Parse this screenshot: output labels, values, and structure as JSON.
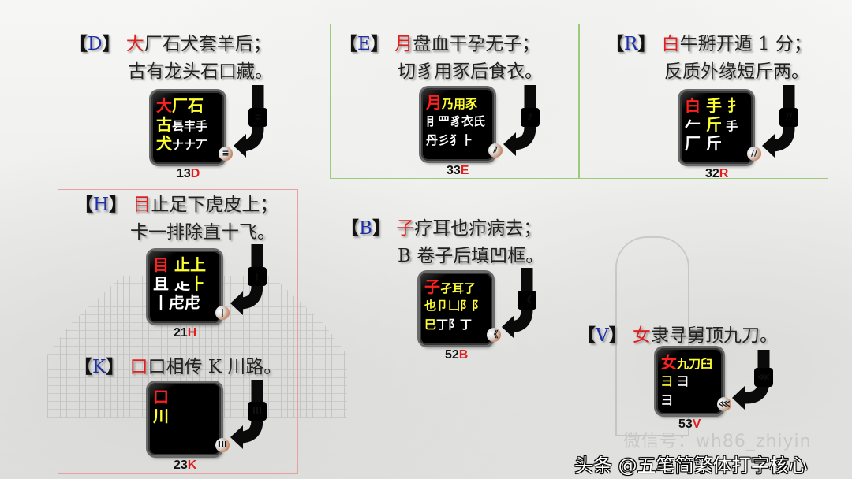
{
  "blocks": [
    {
      "letter": "D",
      "lead": "大",
      "line1": "厂石犬套羊后；",
      "line2": "古有龙头石口藏。",
      "code_num": "13",
      "code_letter": "D",
      "badge": "≡",
      "rows": [
        [
          {
            "t": "大",
            "c": "red",
            "big": true
          },
          {
            "t": "厂石",
            "c": "yel",
            "big": true
          }
        ],
        [
          {
            "t": "古",
            "c": "yel",
            "big": true
          },
          {
            "t": "镸丰手",
            "c": "wht"
          }
        ],
        [
          {
            "t": "犬",
            "c": "yel",
            "big": true
          },
          {
            "t": "ナナ丆",
            "c": "wht"
          }
        ]
      ]
    },
    {
      "letter": "E",
      "lead": "月",
      "line1": "盘血干孕无子；",
      "line2": "切豸用豕后食衣。",
      "code_num": "33",
      "code_letter": "E",
      "badge": "⫽",
      "rows": [
        [
          {
            "t": "月",
            "c": "red",
            "big": true
          },
          {
            "t": "乃用豕",
            "c": "yel"
          }
        ],
        [
          {
            "t": "⺝罒豸衣氏",
            "c": "wht"
          }
        ],
        [
          {
            "t": "丹彡犭⺊",
            "c": "wht"
          }
        ]
      ]
    },
    {
      "letter": "R",
      "lead": "白",
      "line1": "牛掰开遁 1 分；",
      "line2": "反质外缘短斤两。",
      "code_num": "32",
      "code_letter": "R",
      "badge": "//",
      "rows": [
        [
          {
            "t": "白",
            "c": "red",
            "big": true
          },
          {
            "t": " 手 扌",
            "c": "yel",
            "big": true
          }
        ],
        [
          {
            "t": "𠂉 ",
            "c": "wht",
            "big": true
          },
          {
            "t": "斤",
            "c": "yel",
            "big": true
          },
          {
            "t": " 手",
            "c": "wht"
          }
        ],
        [
          {
            "t": "厂 斤",
            "c": "wht",
            "big": true
          }
        ]
      ]
    },
    {
      "letter": "H",
      "lead": "目",
      "line1": "止足下虎皮上；",
      "line2": "卡一排除直十飞。",
      "code_num": "21",
      "code_letter": "H",
      "badge": "|",
      "rows": [
        [
          {
            "t": "目",
            "c": "red",
            "big": true
          },
          {
            "t": " 止上",
            "c": "yel",
            "big": true
          }
        ],
        [
          {
            "t": "且 龰",
            "c": "wht",
            "big": true
          },
          {
            "t": "⺊",
            "c": "yel",
            "big": true
          }
        ],
        [
          {
            "t": "丨虍虍",
            "c": "wht",
            "big": true
          }
        ]
      ]
    },
    {
      "letter": "B",
      "lead": "子",
      "line1": "疗耳也疖病去；",
      "line2": "B 卷子后填凹框。",
      "code_num": "52",
      "code_letter": "B",
      "badge": "《",
      "rows": [
        [
          {
            "t": "子",
            "c": "red",
            "big": true
          },
          {
            "t": "孑耳了",
            "c": "yel"
          }
        ],
        [
          {
            "t": "也卩凵阝阝",
            "c": "yel"
          }
        ],
        [
          {
            "t": "巳",
            "c": "yel"
          },
          {
            "t": "丁阝丁",
            "c": "wht"
          }
        ]
      ]
    },
    {
      "letter": "V",
      "lead": "女",
      "line1": "隶寻舅顶九刀。",
      "line2": "",
      "code_num": "53",
      "code_letter": "V",
      "badge": "⋘",
      "rows": [
        [
          {
            "t": "女",
            "c": "red",
            "big": true
          },
          {
            "t": "九刀臼",
            "c": "yel"
          }
        ],
        [
          {
            "t": "彐  ",
            "c": "yel"
          },
          {
            "t": "彐",
            "c": "wht"
          }
        ],
        [
          {
            "t": "    彐",
            "c": "wht"
          }
        ]
      ]
    },
    {
      "letter": "K",
      "lead": "口",
      "line1": "口相传 K 川路。",
      "line2": "",
      "code_num": "23",
      "code_letter": "K",
      "badge": "III",
      "rows": [
        [
          {
            "t": "口",
            "c": "red",
            "big": true
          }
        ],
        [
          {
            "t": "    川",
            "c": "yel",
            "big": true
          }
        ],
        [
          {
            "t": "",
            "c": "wht"
          }
        ]
      ]
    }
  ],
  "watermark_wechat": "微信号：wh86_zhiyin",
  "watermark_toutiao": "头条 @五笔简繁体打字核心",
  "bracket_open": "【",
  "bracket_close": "】"
}
